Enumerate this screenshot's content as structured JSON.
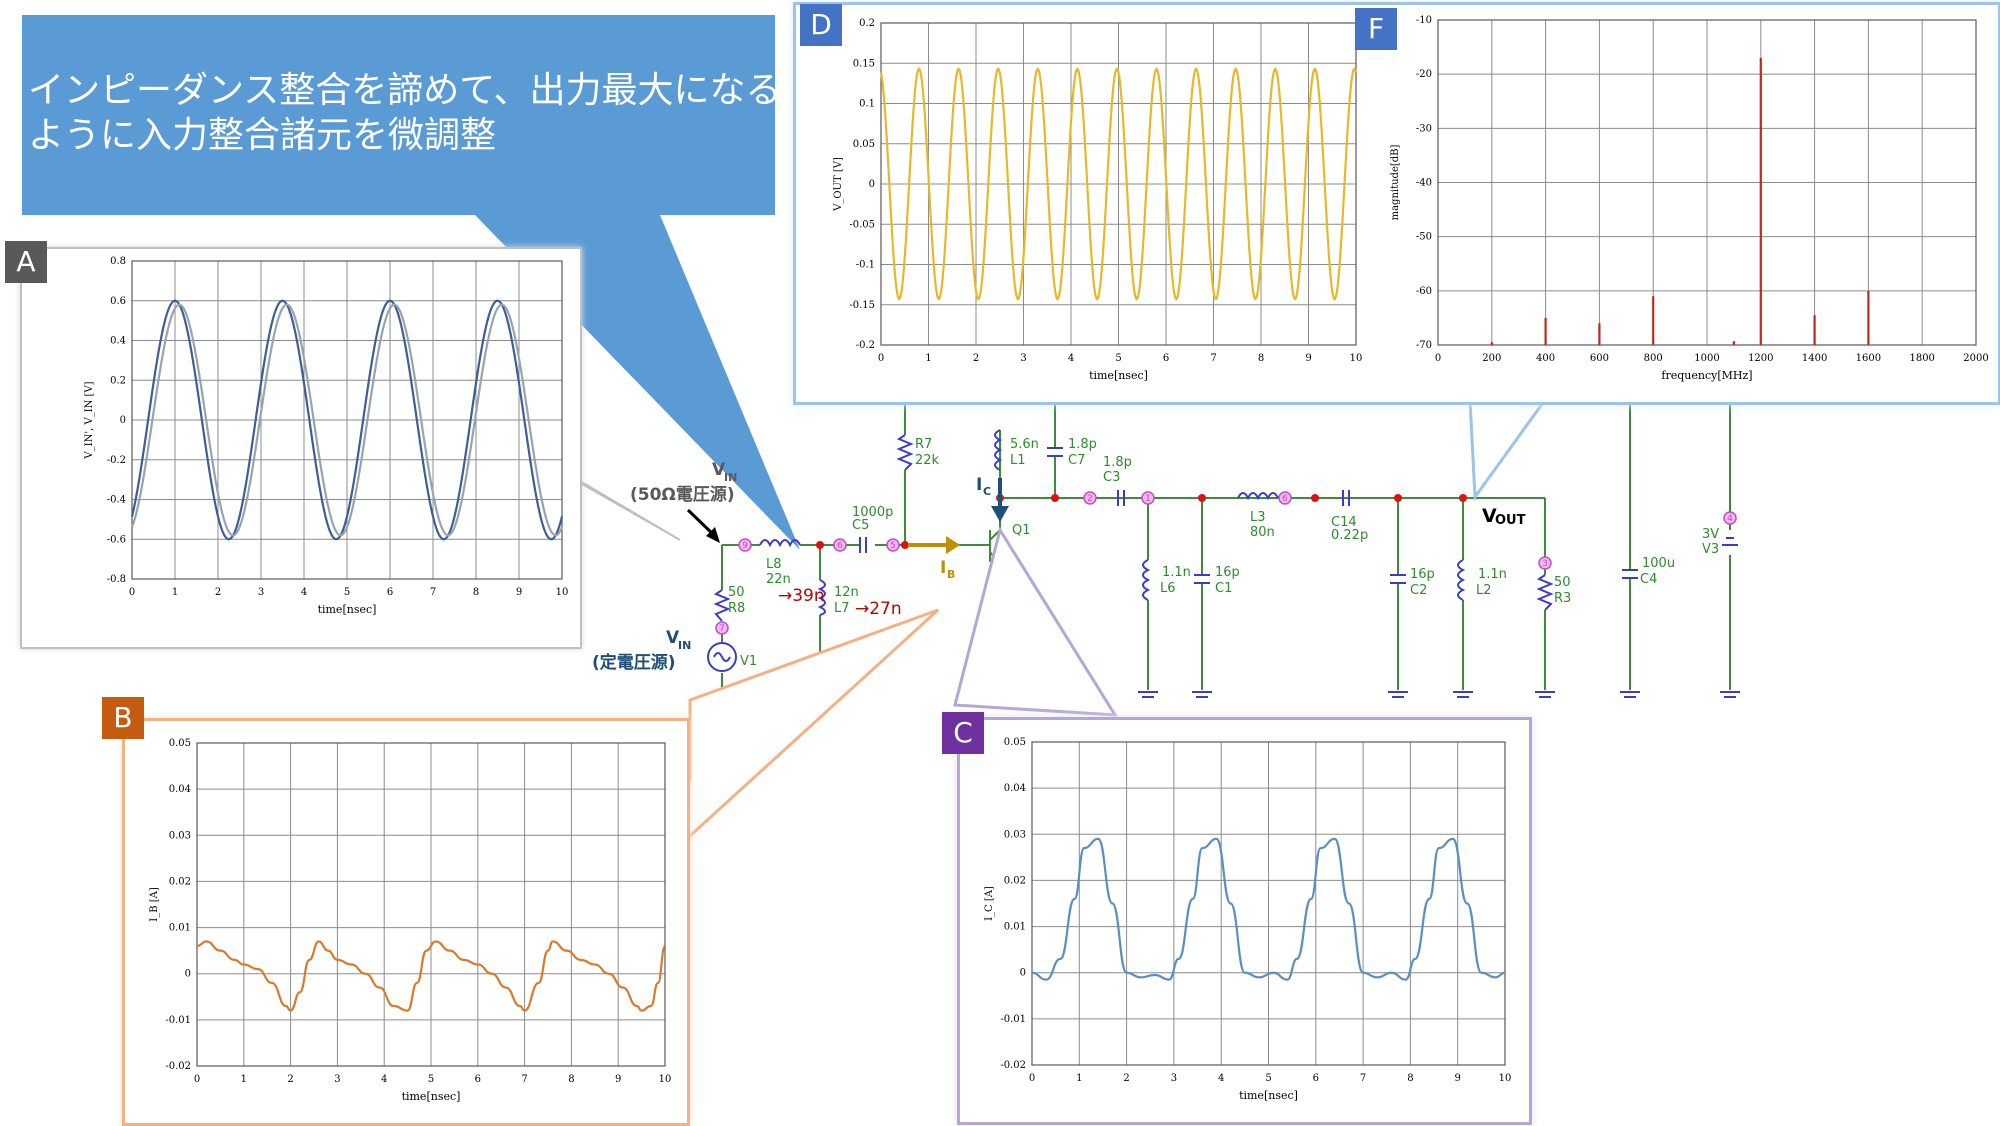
{
  "title": "インピーダンス整合を諦めて、出力最大になるように入力整合諸元を微調整",
  "badges": {
    "A": "A",
    "B": "B",
    "C": "C",
    "D": "D",
    "F": "F"
  },
  "schematic": {
    "vin_top": "V",
    "vin_top_sub": "IN",
    "vin_top_desc": "(50Ω電圧源)",
    "vin_bot": "V",
    "vin_bot_sub": "IN",
    "vin_bot_desc": "(定電圧源)",
    "ib": "I",
    "ib_sub": "B",
    "ic": "I",
    "ic_sub": "C",
    "vout": "V",
    "vout_sub": "OUT",
    "l8_change": "→39n",
    "l7_change": "→27n",
    "components": {
      "r7": [
        "R7",
        "22k"
      ],
      "l1": [
        "5.6n",
        "L1"
      ],
      "c7": [
        "1.8p",
        "C7"
      ],
      "c3": [
        "1.8p",
        "C3"
      ],
      "c5": [
        "1000p",
        "C5"
      ],
      "l8": [
        "L8",
        "22n"
      ],
      "l7": [
        "12n",
        "L7"
      ],
      "r8": [
        "50",
        "R8"
      ],
      "v1": "V1",
      "q1": "Q1",
      "l6": [
        "1.1n",
        "L6"
      ],
      "c1": [
        "16p",
        "C1"
      ],
      "l3": [
        "L3",
        "80n"
      ],
      "c14": [
        "C14",
        "0.22p"
      ],
      "c2": [
        "16p",
        "C2"
      ],
      "l2": [
        "1.1n",
        "L2"
      ],
      "r3": [
        "50",
        "R3"
      ],
      "c4": [
        "100u",
        "C4"
      ],
      "v3": [
        "3V",
        "V3"
      ]
    },
    "nodes": [
      "1",
      "2",
      "3",
      "4",
      "5",
      "6",
      "7",
      "9"
    ]
  },
  "chart_data": [
    {
      "id": "A",
      "type": "line",
      "title": "",
      "xlabel": "time[nsec]",
      "ylabel": "V_IN', V_IN [V]",
      "xlim": [
        0,
        10
      ],
      "ylim": [
        -0.8,
        0.8
      ],
      "xticks": [
        "0",
        "1",
        "2",
        "3",
        "4",
        "5",
        "6",
        "7",
        "8",
        "9",
        "10"
      ],
      "yticks": [
        "0.8",
        "0.6",
        "0.4",
        "0.2",
        "0",
        "-0.2",
        "-0.4",
        "-0.6",
        "-0.8"
      ],
      "series": [
        {
          "color": "#3b5f99",
          "amp": 0.6,
          "period": 2.5,
          "phase_peak": 1.0
        },
        {
          "color": "#9aa3ad",
          "amp": 0.58,
          "period": 2.5,
          "phase_peak": 1.1
        }
      ]
    },
    {
      "id": "B",
      "type": "line",
      "title": "",
      "xlabel": "time[nsec]",
      "ylabel": "I_B [A]",
      "xlim": [
        0,
        10
      ],
      "ylim": [
        -0.02,
        0.05
      ],
      "xticks": [
        "0",
        "1",
        "2",
        "3",
        "4",
        "5",
        "6",
        "7",
        "8",
        "9",
        "10"
      ],
      "yticks": [
        "0.05",
        "0.04",
        "0.03",
        "0.02",
        "0.01",
        "0",
        "-0.01",
        "-0.02"
      ],
      "series": [
        {
          "color": "#d97a2b",
          "x": [
            0,
            0.2,
            0.5,
            0.8,
            1.0,
            1.3,
            1.6,
            1.9,
            2.0,
            2.2,
            2.4,
            2.6,
            2.8,
            3.0,
            3.3,
            3.6,
            3.9,
            4.2,
            4.5,
            4.7,
            4.9,
            5.1,
            5.4,
            5.7,
            6.0,
            6.3,
            6.6,
            6.9,
            7.0,
            7.3,
            7.5,
            7.6,
            7.9,
            8.2,
            8.5,
            8.8,
            9.1,
            9.4,
            9.5,
            9.7,
            9.85,
            10.0
          ],
          "y": [
            0.006,
            0.007,
            0.005,
            0.003,
            0.002,
            0.001,
            -0.002,
            -0.007,
            -0.008,
            -0.004,
            0.003,
            0.007,
            0.005,
            0.003,
            0.002,
            0.0,
            -0.003,
            -0.007,
            -0.008,
            -0.002,
            0.005,
            0.007,
            0.005,
            0.003,
            0.002,
            0.0,
            -0.003,
            -0.007,
            -0.008,
            -0.002,
            0.005,
            0.007,
            0.005,
            0.003,
            0.002,
            0.0,
            -0.003,
            -0.007,
            -0.008,
            -0.007,
            -0.002,
            0.006
          ]
        }
      ]
    },
    {
      "id": "C",
      "type": "line",
      "title": "",
      "xlabel": "time[nsec]",
      "ylabel": "I_C [A]",
      "xlim": [
        0,
        10
      ],
      "ylim": [
        -0.02,
        0.05
      ],
      "xticks": [
        "0",
        "1",
        "2",
        "3",
        "4",
        "5",
        "6",
        "7",
        "8",
        "9",
        "10"
      ],
      "yticks": [
        "0.05",
        "0.04",
        "0.03",
        "0.02",
        "0.01",
        "0",
        "-0.01",
        "-0.02"
      ],
      "series": [
        {
          "color": "#5b8fc0",
          "x": [
            0,
            0.3,
            0.6,
            0.9,
            1.1,
            1.4,
            1.7,
            2.0,
            2.3,
            2.6,
            2.9,
            3.1,
            3.4,
            3.6,
            3.9,
            4.2,
            4.5,
            4.8,
            5.1,
            5.4,
            5.6,
            5.9,
            6.1,
            6.4,
            6.7,
            7.0,
            7.3,
            7.6,
            7.9,
            8.1,
            8.4,
            8.6,
            8.9,
            9.2,
            9.5,
            9.8,
            10.0
          ],
          "y": [
            0.0,
            -0.0015,
            0.003,
            0.016,
            0.027,
            0.029,
            0.015,
            0.0,
            -0.001,
            -0.0005,
            -0.0015,
            0.003,
            0.016,
            0.027,
            0.029,
            0.015,
            0.0,
            -0.001,
            0.0,
            -0.0015,
            0.003,
            0.016,
            0.027,
            0.029,
            0.015,
            0.0,
            -0.001,
            0.0,
            -0.0015,
            0.003,
            0.016,
            0.027,
            0.029,
            0.015,
            0.0,
            -0.001,
            0.0
          ]
        }
      ]
    },
    {
      "id": "D",
      "type": "line",
      "title": "",
      "xlabel": "time[nsec]",
      "ylabel": "V_OUT [V]",
      "xlim": [
        0,
        10
      ],
      "ylim": [
        -0.2,
        0.2
      ],
      "xticks": [
        "0",
        "1",
        "2",
        "3",
        "4",
        "5",
        "6",
        "7",
        "8",
        "9",
        "10"
      ],
      "yticks": [
        "0.2",
        "0.15",
        "0.1",
        "0.05",
        "0",
        "-0.05",
        "-0.1",
        "-0.15",
        "-0.2"
      ],
      "series": [
        {
          "color": "#e8b82a",
          "amp": 0.143,
          "period": 0.8333,
          "phase_peak": 0.8
        }
      ]
    },
    {
      "id": "F",
      "type": "bar",
      "title": "",
      "xlabel": "frequency[MHz]",
      "ylabel": "magnitude[dB]",
      "xlim": [
        0,
        2000
      ],
      "ylim": [
        -70,
        -10
      ],
      "xticks": [
        "0",
        "200",
        "400",
        "600",
        "800",
        "1000",
        "1200",
        "1400",
        "1600",
        "1800",
        "2000"
      ],
      "yticks": [
        "-10",
        "-20",
        "-30",
        "-40",
        "-50",
        "-60",
        "-70"
      ],
      "series": [
        {
          "color": "#c0281e",
          "x": [
            200,
            400,
            600,
            800,
            1100,
            1200,
            1400,
            1600
          ],
          "y": [
            -69.5,
            -65,
            -66,
            -61,
            -69.3,
            -17,
            -64.5,
            -60
          ]
        }
      ]
    }
  ],
  "colors": {
    "title_bg": "#5b9bd5",
    "badge_A": "#595959",
    "badge_B": "#c55a11",
    "badge_C": "#7030a0",
    "badge_D": "#4472c4",
    "badge_F": "#4472c4",
    "wire": "#3c8c3c",
    "label_green": "#2e8b2e",
    "label_red": "#c00000",
    "label_blue": "#1f4e79",
    "arrow_gold": "#bf9000"
  }
}
